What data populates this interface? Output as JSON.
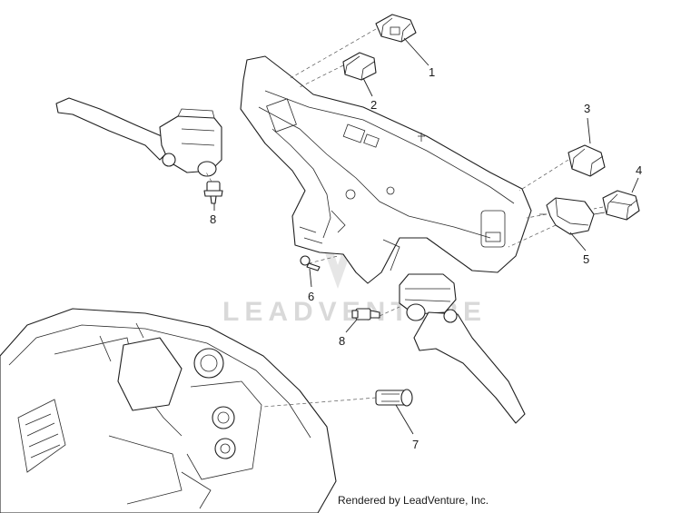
{
  "callouts": {
    "c1": "1",
    "c2": "2",
    "c3": "3",
    "c4": "4",
    "c5": "5",
    "c6": "6",
    "c7": "7",
    "c8a": "8",
    "c8b": "8"
  },
  "watermark": "LEADVENTURE",
  "credit": "Rendered by LeadVenture, Inc."
}
